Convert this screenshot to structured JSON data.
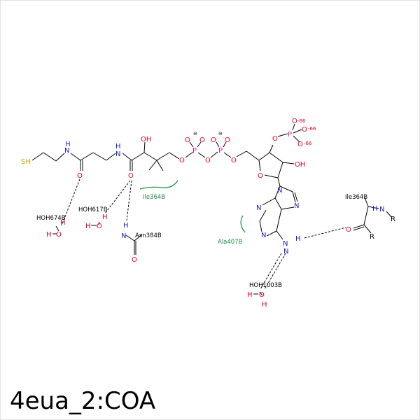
{
  "title": "4eua_2:COA",
  "colors": {
    "O": "#e8001c",
    "N": "#1a1acc",
    "S": "#c8a400",
    "P": "#d02090",
    "C": "#000000",
    "residue": "#1a8a3a"
  },
  "atoms": {
    "sh": "SH",
    "n1": "N",
    "n1h": "H",
    "o1": "O",
    "n2": "N",
    "n2h": "H",
    "o2": "O",
    "oh1": "OH",
    "oh1_h": "H",
    "o_link1": "O",
    "p1": "P",
    "p1_o1": "O",
    "p1_o2": "O",
    "o_bridge": "O",
    "p2": "P",
    "p2_o1": "O",
    "p2_o2": "O",
    "o_link2": "O",
    "ring_o": "O",
    "oh2": "OH",
    "o3": "O",
    "p3": "P",
    "p3_o1": "O",
    "p3_o2": "O",
    "p3_o3": "O",
    "ad_n1": "N",
    "ad_n2": "N",
    "ad_n3": "N",
    "ad_n4": "N",
    "ad_n5": "N",
    "nh2_n": "N",
    "nh2_h": "H",
    "w1_o": "O",
    "w1_h1": "H",
    "w1_h2": "H",
    "w2_o": "O",
    "w2_h1": "H",
    "w2_h2": "H",
    "w3_o": "O",
    "w3_h1": "H",
    "w3_h2": "H",
    "asn_n": "N",
    "asn_h": "H",
    "asn_o": "O",
    "ile_n": "N",
    "ile_h": "H",
    "ile_r1": "R",
    "ile_o": "O",
    "ile_r2": "R"
  },
  "charges": {
    "c1": "⊖",
    "c2": "⊖",
    "c3": "-66",
    "c4": "-66",
    "c5": "-66"
  },
  "labels": {
    "hoh674": "HOH674B",
    "hoh617": "HOH617B",
    "asn384": "Asn384B",
    "ile364_hb": "Ile364B",
    "hoh1003": "HOH1003B"
  },
  "residues": {
    "ile364": "Ile364B",
    "ala407": "Ala407B"
  }
}
